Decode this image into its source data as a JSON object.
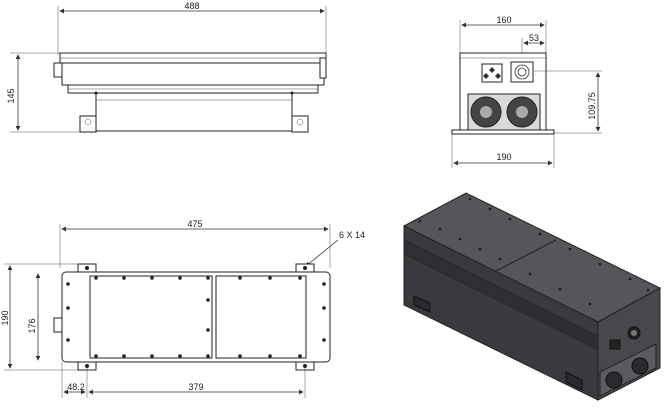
{
  "views": {
    "side": {
      "width_label": "488",
      "height_label": "145"
    },
    "front": {
      "width_label": "160",
      "offset_label": "53",
      "height_label": "109.75",
      "base_label": "190"
    },
    "top": {
      "length_label": "475",
      "hole_label": "6 X 14",
      "width_outer_label": "190",
      "width_inner_label": "176",
      "offset_label": "48.2",
      "spacing_label": "379"
    }
  },
  "colors": {
    "line": "#222222",
    "panel": "#3a3a3e",
    "panel_light": "#55555a",
    "background": "#ffffff"
  }
}
